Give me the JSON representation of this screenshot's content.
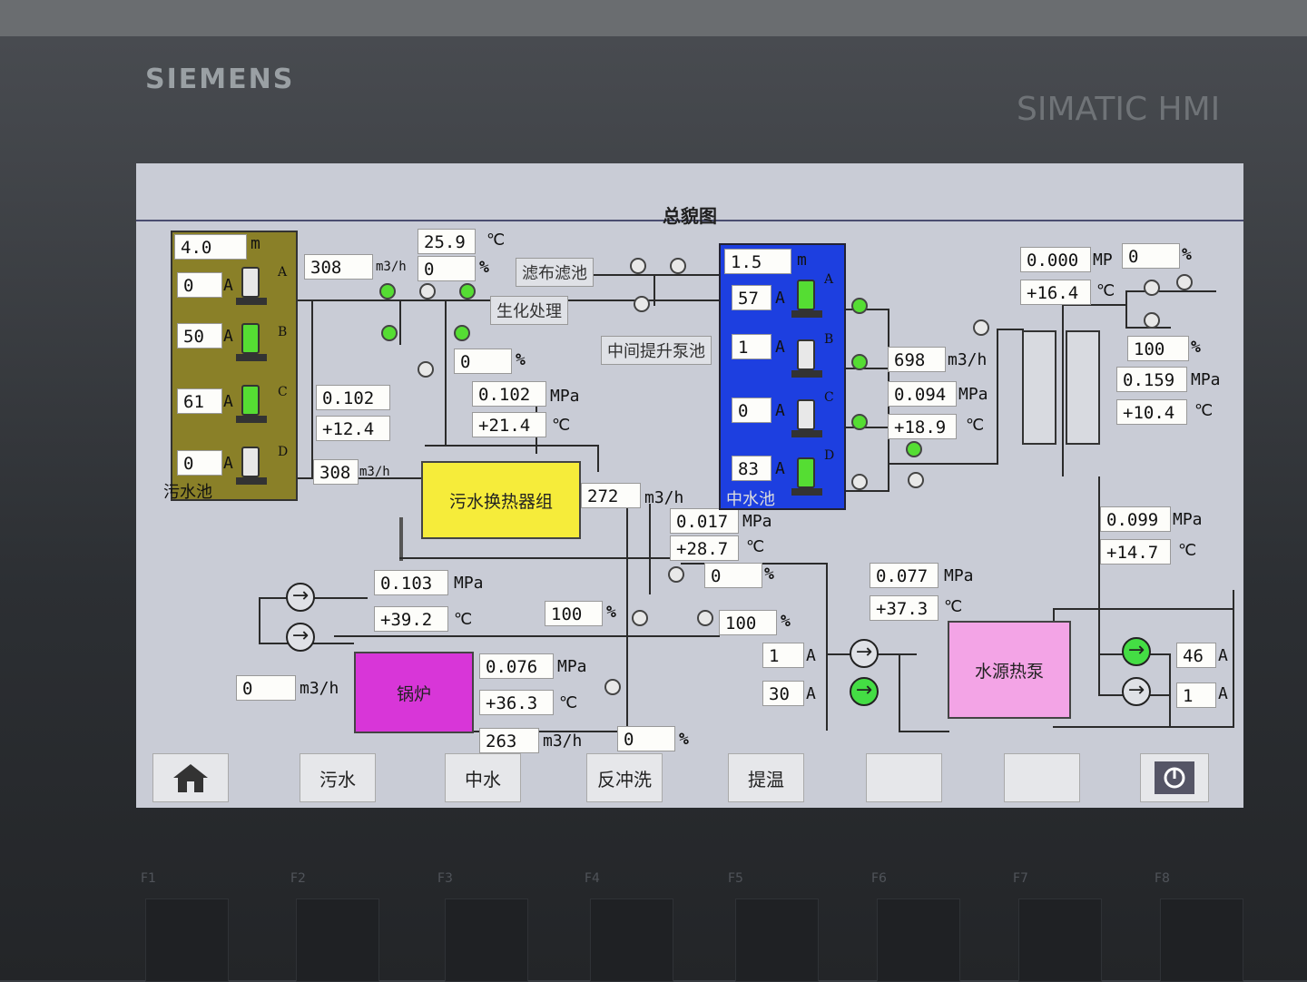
{
  "bezel": {
    "brand": "SIEMENS",
    "model": "SIMATIC HMI",
    "fkeys": [
      "F1",
      "F2",
      "F3",
      "F4",
      "F5",
      "F6",
      "F7",
      "F8"
    ]
  },
  "screen": {
    "title": "总貌图"
  },
  "labels": {
    "sewage_pool": "污水池",
    "reclaimed_pool": "中水池",
    "cloth_filter": "滤布滤池",
    "bio_treatment": "生化处理",
    "mid_lift_pool": "中间提升泵池",
    "sewage_hx": "污水换热器组",
    "boiler": "锅炉",
    "heat_pump": "水源热泵"
  },
  "sewage_pool": {
    "level": "4.0",
    "level_unit": "m",
    "pumps": [
      {
        "id": "A",
        "current": "0",
        "unit": "A",
        "running": false
      },
      {
        "id": "B",
        "current": "50",
        "unit": "A",
        "running": true
      },
      {
        "id": "C",
        "current": "61",
        "unit": "A",
        "running": true
      },
      {
        "id": "D",
        "current": "0",
        "unit": "A",
        "running": false
      }
    ]
  },
  "reclaimed_pool": {
    "level": "1.5",
    "level_unit": "m",
    "pumps": [
      {
        "id": "A",
        "current": "57",
        "unit": "A",
        "running": true
      },
      {
        "id": "B",
        "current": "1",
        "unit": "A",
        "running": false
      },
      {
        "id": "C",
        "current": "0",
        "unit": "A",
        "running": false
      },
      {
        "id": "D",
        "current": "83",
        "unit": "A",
        "running": true
      }
    ]
  },
  "values": {
    "flow_top": "308",
    "flow_top_unit": "m3/h",
    "temp_top": "25.9",
    "temp_top_unit": "℃",
    "pct_top": "0",
    "pct_top_unit": "%",
    "pct_bio": "0",
    "pct_bio_unit": "%",
    "sew_press": "0.102",
    "sew_temp": "+12.4",
    "flow_sew_out": "308",
    "flow_sew_out_unit": "m3/h",
    "hx_in_press": "0.102",
    "hx_in_press_unit": "MPa",
    "hx_in_temp": "+21.4",
    "hx_in_temp_unit": "℃",
    "hx_flow": "272",
    "hx_flow_unit": "m3/h",
    "mid_press": "0.017",
    "mid_press_unit": "MPa",
    "mid_temp": "+28.7",
    "mid_temp_unit": "℃",
    "pct_mid": "0",
    "pct_mid_unit": "%",
    "boiler_press": "0.103",
    "boiler_press_unit": "MPa",
    "boiler_temp": "+39.2",
    "boiler_temp_unit": "℃",
    "boiler_flow": "0",
    "boiler_flow_unit": "m3/h",
    "boiler_out_press": "0.076",
    "boiler_out_press_unit": "MPa",
    "boiler_out_temp": "+36.3",
    "boiler_out_temp_unit": "℃",
    "flow_bottom": "263",
    "flow_bottom_unit": "m3/h",
    "pct_bottom": "0",
    "pct_bottom_unit": "%",
    "pct_valve_l": "100",
    "pct_valve_l_unit": "%",
    "pct_valve_r": "100",
    "pct_valve_r_unit": "%",
    "rec_flow": "698",
    "rec_flow_unit": "m3/h",
    "rec_press": "0.094",
    "rec_press_unit": "MPa",
    "rec_temp": "+18.9",
    "rec_temp_unit": "℃",
    "hp_press": "0.077",
    "hp_press_unit": "MPa",
    "hp_temp": "+37.3",
    "hp_temp_unit": "℃",
    "pump_l1_current": "1",
    "pump_l1_unit": "A",
    "pump_l2_current": "30",
    "pump_l2_unit": "A",
    "top_right_press": "0.000",
    "top_right_press_unit": "MP",
    "top_right_pct": "0",
    "top_right_pct_unit": "%",
    "top_right_temp": "+16.4",
    "top_right_temp_unit": "℃",
    "right_pct": "100",
    "right_pct_unit": "%",
    "right_press": "0.159",
    "right_press_unit": "MPa",
    "right_temp": "+10.4",
    "right_temp_unit": "℃",
    "right_low_press": "0.099",
    "right_low_press_unit": "MPa",
    "right_low_temp": "+14.7",
    "right_low_temp_unit": "℃",
    "pump_r1_current": "46",
    "pump_r1_unit": "A",
    "pump_r2_current": "1",
    "pump_r2_unit": "A"
  },
  "nav": {
    "home_icon": "home-icon",
    "sewage": "污水",
    "reclaimed": "中水",
    "backwash": "反冲洗",
    "heating": "提温",
    "blank1": "",
    "blank2": "",
    "power_icon": "power-icon"
  },
  "colors": {
    "sewage_pool": "#8a8028",
    "reclaimed_pool": "#1d3fe0",
    "hx": "#f6ec3a",
    "boiler": "#d836d8",
    "heat_pump": "#f3a4e6",
    "running": "#55dd33"
  }
}
